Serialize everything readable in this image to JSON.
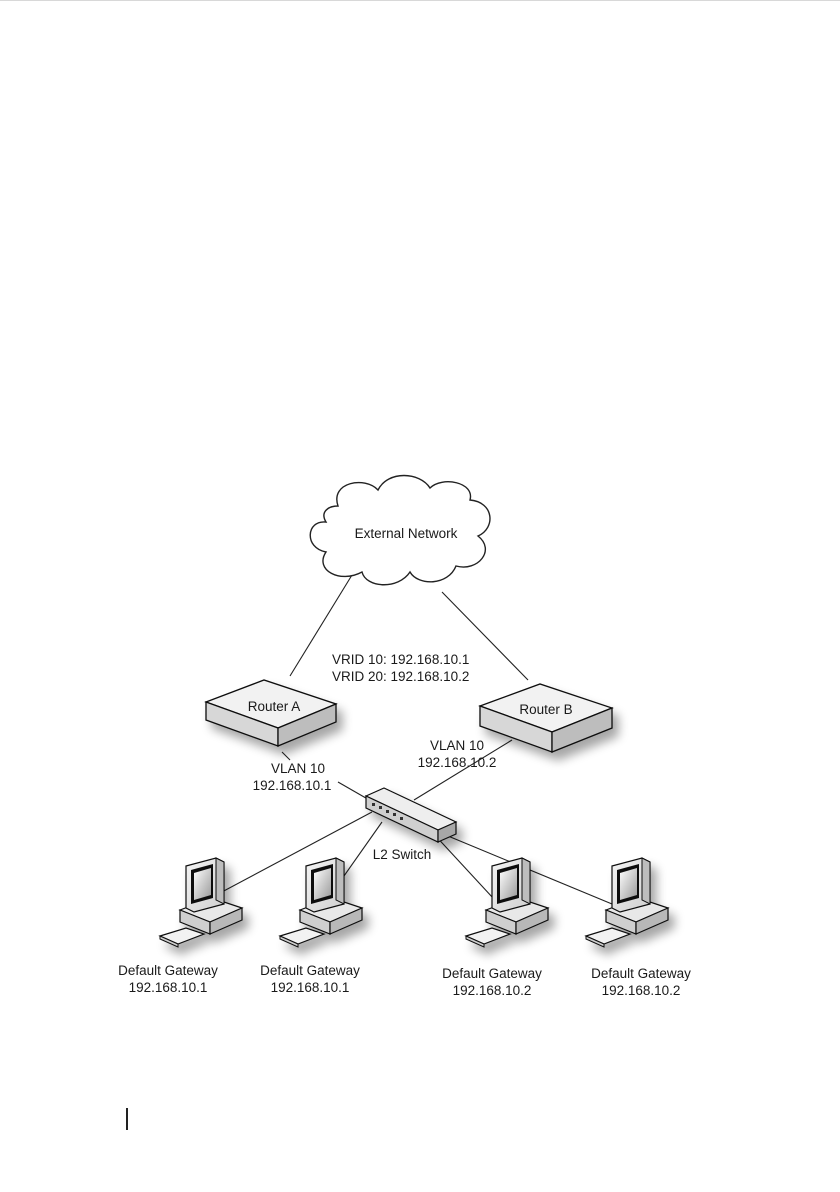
{
  "diagram": {
    "cloud": {
      "label": "External Network"
    },
    "vrid": {
      "line1": "VRID 10: 192.168.10.1",
      "line2": "VRID 20: 192.168.10.2"
    },
    "router_a": {
      "label": "Router A",
      "vlan": "VLAN 10",
      "ip": "192.168.10.1"
    },
    "router_b": {
      "label": "Router B",
      "vlan": "VLAN 10",
      "ip": "192.168.10.2"
    },
    "switch": {
      "label": "L2 Switch"
    },
    "hosts": [
      {
        "label": "Default Gateway",
        "ip": "192.168.10.1"
      },
      {
        "label": "Default Gateway",
        "ip": "192.168.10.1"
      },
      {
        "label": "Default Gateway",
        "ip": "192.168.10.2"
      },
      {
        "label": "Default Gateway",
        "ip": "192.168.10.2"
      }
    ]
  }
}
